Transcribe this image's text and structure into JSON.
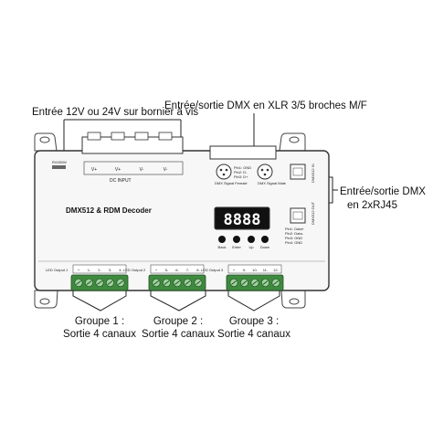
{
  "annotations": {
    "power_input": "Entrée 12V ou 24V sur bornier à vis",
    "dmx_xlr": "Entrée/sortie DMX en XLR 3/5 broches M/F",
    "dmx_rj45_line1": "Entrée/sortie DMX",
    "dmx_rj45_line2": "en 2xRJ45"
  },
  "device": {
    "name": "DMX512 & RDM Decoder",
    "power_terminals": [
      "V+",
      "V+",
      "V-",
      "V-"
    ],
    "power_label": "DC INPUT",
    "led_indicator_label": "R/G/B/W",
    "xlr_female_label": "DMX Signal Female",
    "xlr_male_label": "DMX Signal Male",
    "xlr_pins": [
      "Pin1: GND",
      "Pin2: D-",
      "Pin3: D+"
    ],
    "rj45_pins": [
      "Pin1: Data+",
      "Pin2: Data-",
      "Pin3: GND",
      "Pin4: GND"
    ],
    "rj45_vertical_labels": [
      "DMX512 IN",
      "DMX512 OUT"
    ],
    "display_value": "8888",
    "buttons": [
      "Back",
      "Enter",
      "Up",
      "Down"
    ],
    "outputs": [
      {
        "label": "LED Output 1",
        "terminals": [
          "+",
          "1-",
          "2-",
          "3-",
          "4-"
        ]
      },
      {
        "label": "LED Output 2",
        "terminals": [
          "+",
          "5-",
          "6-",
          "7-",
          "8-"
        ]
      },
      {
        "label": "LED Output 3",
        "terminals": [
          "+",
          "9-",
          "10-",
          "11-",
          "12-"
        ]
      }
    ]
  },
  "groups": [
    {
      "line1": "Groupe 1 :",
      "line2": "Sortie 4 canaux"
    },
    {
      "line1": "Groupe 2 :",
      "line2": "Sortie 4 canaux"
    },
    {
      "line1": "Groupe 3 :",
      "line2": "Sortie 4 canaux"
    }
  ]
}
